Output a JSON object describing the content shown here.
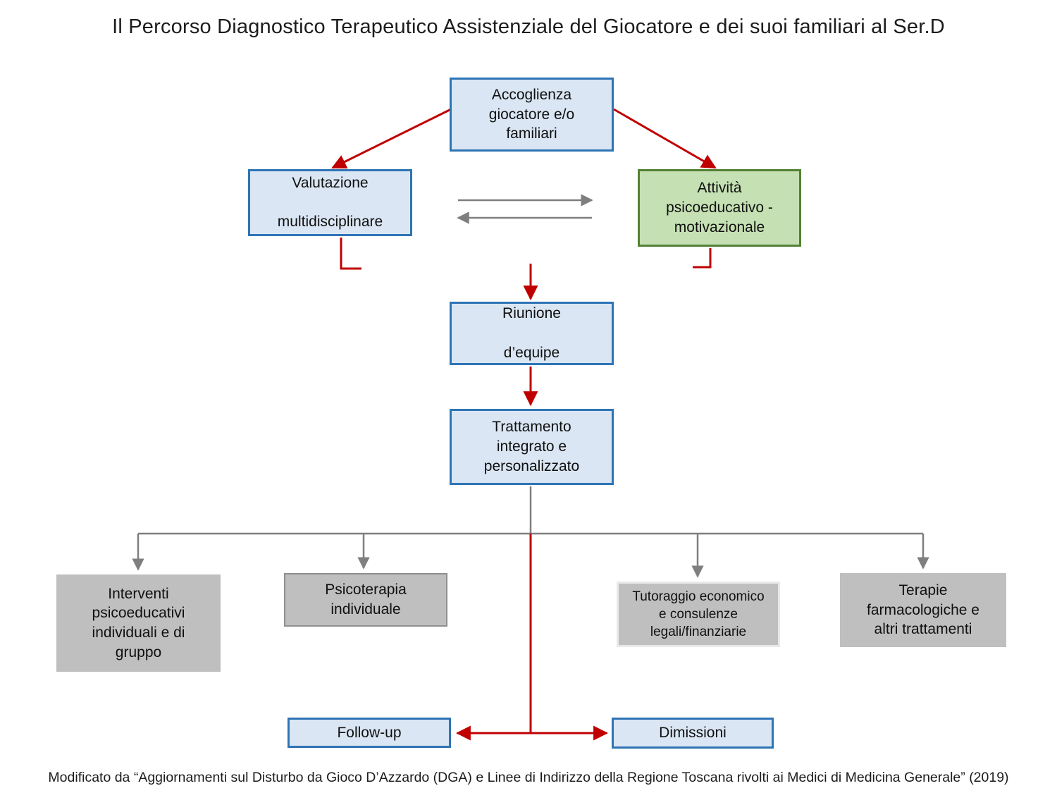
{
  "title": "Il Percorso Diagnostico Terapeutico Assistenziale del Giocatore e dei suoi familiari al Ser.D",
  "footer": "Modificato da “Aggiornamenti sul Disturbo da Gioco D’Azzardo (DGA) e Linee di Indirizzo della Regione Toscana rivolti ai Medici di Medicina Generale” (2019)",
  "colors": {
    "blue_fill": "#dae6f3",
    "blue_border": "#2e74b5",
    "green_fill": "#c5e0b3",
    "green_border": "#538135",
    "gray_fill": "#bfbfbf",
    "red_arrow": "#c00000",
    "gray_arrow": "#7f7f7f"
  },
  "nodes": {
    "accoglienza": {
      "label": "Accoglienza\ngiocatore e/o\nfamiliari"
    },
    "valutazione": {
      "label": "Valutazione\n\nmultidisciplinare"
    },
    "attivita": {
      "label": "Attività\npsicoeducativo -\nmotivazionale"
    },
    "riunione": {
      "label": "Riunione\n\nd’equipe"
    },
    "trattamento": {
      "label": "Trattamento\nintegrato e\npersonalizzato"
    },
    "interventi": {
      "label": "Interventi\npsicoeducativi\nindividuali e di\ngruppo"
    },
    "psicoterapia": {
      "label": "Psicoterapia\nindividuale"
    },
    "tutoraggio": {
      "label": "Tutoraggio economico\ne consulenze\nlegali/finanziarie"
    },
    "terapie": {
      "label": "Terapie\nfarmacologiche e\naltri trattamenti"
    },
    "followup": {
      "label": "Follow-up"
    },
    "dimissioni": {
      "label": "Dimissioni"
    }
  }
}
